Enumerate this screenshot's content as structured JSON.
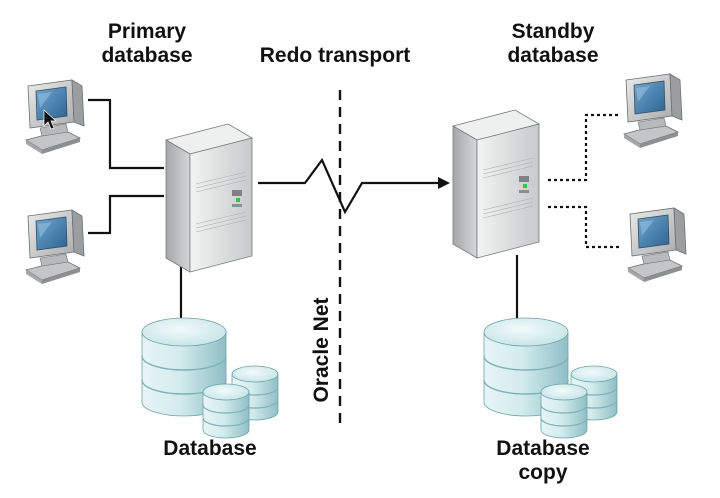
{
  "labels": {
    "primary_line1": "Primary",
    "primary_line2": "database",
    "redo_transport": "Redo transport",
    "standby_line1": "Standby",
    "standby_line2": "database",
    "oracle_net": "Oracle Net",
    "database": "Database",
    "database_copy_line1": "Database",
    "database_copy_line2": "copy"
  },
  "colors": {
    "line": "#111111",
    "server_light": "#e4e6e6",
    "server_dark": "#9fa3a4",
    "screen": "#3d7aa8",
    "disk_teal": "#cfe9eb",
    "disk_teal_dark": "#9fcbcf",
    "led_green": "#37c04b"
  }
}
